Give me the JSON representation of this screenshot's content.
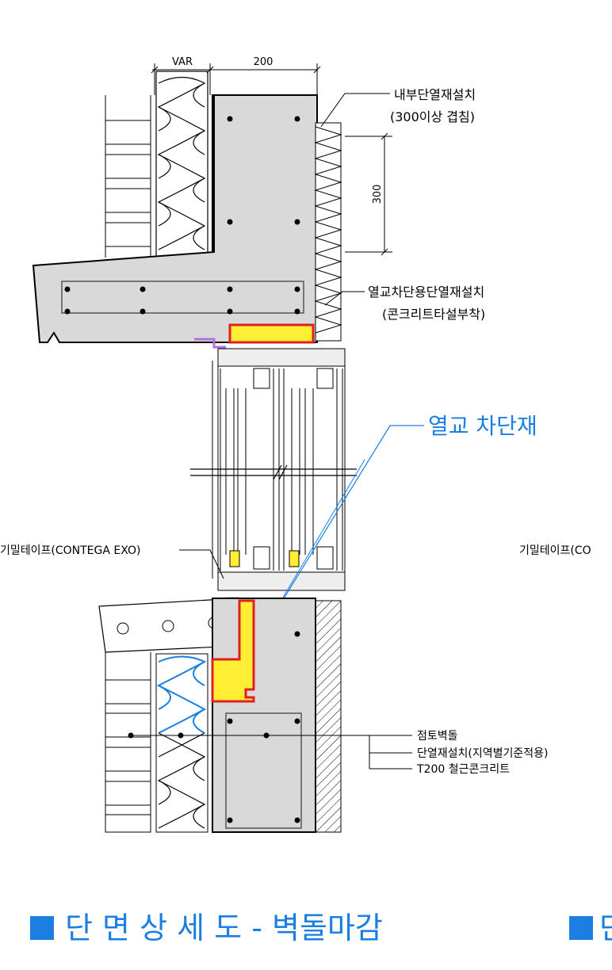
{
  "dimensions": {
    "var_label": "VAR",
    "wall_label": "200",
    "overlap_label": "300"
  },
  "notes": {
    "inner_insulation_line1": "내부단열재설치",
    "inner_insulation_line2": "(300이상 겹침)",
    "thermal_break_line1": "열교차단용단열재설치",
    "thermal_break_line2": "(콘크리트타설부착)",
    "thermal_break_material": "열교 차단재",
    "airtight_tape_left": "기밀테이프(CONTEGA EXO)",
    "airtight_tape_right": "기밀테이프(CO",
    "legend_brick": "점토벽돌",
    "legend_insulation": "단열재설치(지역별기준적용)",
    "legend_concrete": "T200 철근콘크리트"
  },
  "title": {
    "main": "단 면 상 세 도 - 벽돌마감",
    "next_partial": "단"
  },
  "colors": {
    "accent_blue": "#1a7fe0",
    "thermal_break_fill": "#ffee33",
    "thermal_break_outline": "#e02020",
    "tape_purple": "#b070e0",
    "concrete_fill": "#d9d9d9",
    "insulation_blue": "#1a7fe0"
  }
}
